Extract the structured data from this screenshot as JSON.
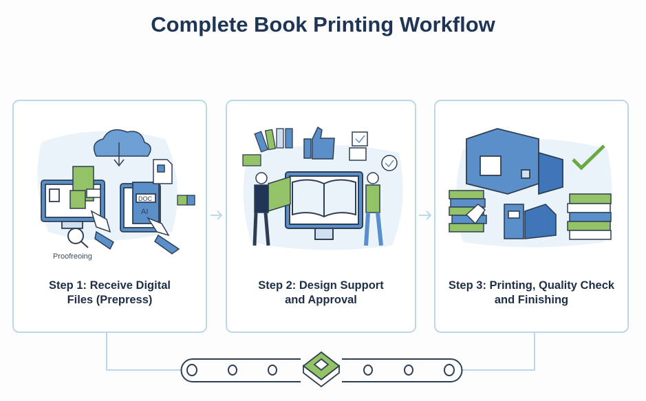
{
  "title": "Complete Book Printing Workflow",
  "steps": [
    {
      "label_line1": "Step 1: Receive Digital",
      "label_line2": "Files (Prepress)",
      "caption": "Proofreoing",
      "doc_tag": "DOC",
      "ai_tag": "AI"
    },
    {
      "label_line1": "Step 2: Design Support",
      "label_line2": "and Approval"
    },
    {
      "label_line1": "Step 3: Printing, Quality Check",
      "label_line2": "and Finishing"
    }
  ],
  "colors": {
    "accent_blue": "#5b8fc9",
    "accent_green": "#8dc05a",
    "border": "#bcd6ea",
    "title": "#1f3556"
  }
}
